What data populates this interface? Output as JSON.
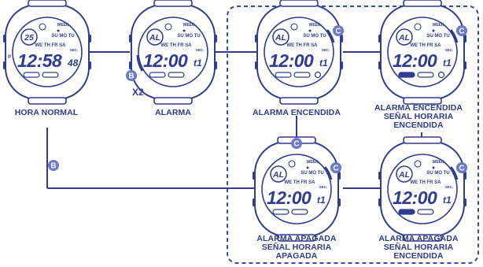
{
  "colors": {
    "ink": "#2f3c8f",
    "badge": "#6c79c6",
    "frame": "#3a4aa0",
    "background": "#ffffff"
  },
  "watch_lcd": {
    "week_label": "WEEK",
    "day_row_top": "SU MO TU",
    "day_row_bottom": "WE TH FR SA",
    "sec_label": "SEC.",
    "small_p": "P"
  },
  "watches": [
    {
      "id": "hora-normal",
      "label": "HORA NORMAL",
      "ring_text": "25",
      "time": "12:58",
      "seconds": "48",
      "button": "",
      "has_p": true,
      "chime_icon": false,
      "alarm_icon": false
    },
    {
      "id": "alarma",
      "label": "ALARMA",
      "ring_text": "AL",
      "time": "12:00",
      "seconds": "t1",
      "button": "B",
      "has_p": false,
      "chime_icon": false,
      "alarm_icon": false
    },
    {
      "id": "alarma-encendida",
      "label": "ALARMA ENCENDIDA",
      "ring_text": "AL",
      "time": "12:00",
      "seconds": "t1",
      "button": "C",
      "has_p": false,
      "chime_icon": false,
      "alarm_icon": true
    },
    {
      "id": "alarma-encendida-senal-encendida",
      "label": "ALARMA ENCENDIDA\nSEÑAL HORARIA\nENCENDIDA",
      "ring_text": "AL",
      "time": "12:00",
      "seconds": "t1",
      "button": "C",
      "has_p": false,
      "chime_icon": true,
      "alarm_icon": true
    },
    {
      "id": "alarma-apagada-senal-apagada",
      "label": "ALARMA APAGADA\nSEÑAL HORARIA\nAPAGADA",
      "ring_text": "AL",
      "time": "12:00",
      "seconds": "t1",
      "button": "C",
      "has_p": false,
      "chime_icon": false,
      "alarm_icon": false
    },
    {
      "id": "alarma-apagada-senal-encendida",
      "label": "ALARMA APAGADA\nSEÑAL HORARIA\nENCENDIDA",
      "ring_text": "AL",
      "time": "12:00",
      "seconds": "t1",
      "button": "C",
      "has_p": false,
      "chime_icon": true,
      "alarm_icon": false
    }
  ],
  "presses": {
    "alarma_count": "X2",
    "between_encendida_and_apagada": "C",
    "return_to_normal": "B"
  }
}
